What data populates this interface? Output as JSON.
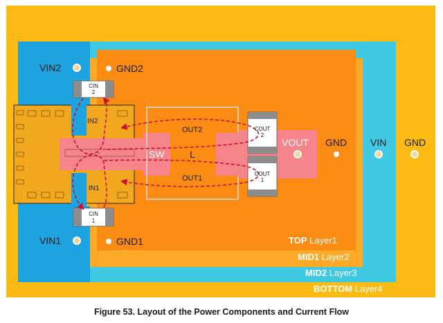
{
  "colors": {
    "bottom": "#fbbb12",
    "mid2": "#40c9e3",
    "mid1": "#ffaa26",
    "top": "#fa8c14",
    "vin_plane": "#1da4e0",
    "trace": "#f5858b",
    "flow": "#c8102e"
  },
  "layers": {
    "top": {
      "name": "TOP",
      "suffix": "Layer1"
    },
    "mid1": {
      "name": "MID1",
      "suffix": "Layer2"
    },
    "mid2": {
      "name": "MID2",
      "suffix": "Layer3"
    },
    "bottom": {
      "name": "BOTTOM",
      "suffix": "Layer4"
    }
  },
  "nodes": {
    "vin2": "VIN2",
    "gnd2": "GND2",
    "vin1": "VIN1",
    "gnd1": "GND1",
    "vout": "VOUT",
    "gnd_a": "GND",
    "vin": "VIN",
    "gnd_b": "GND"
  },
  "components": {
    "cin2": {
      "name": "CIN",
      "index": "2"
    },
    "cin1": {
      "name": "CIN",
      "index": "1"
    },
    "cout2": {
      "name": "COUT",
      "index": "2"
    },
    "cout1": {
      "name": "COUT",
      "index": "1"
    },
    "sw": "SW",
    "inductor": "L",
    "in2": "IN2",
    "in1": "IN1"
  },
  "flows": {
    "out2": "OUT2",
    "out1": "OUT1"
  },
  "caption": "Figure 53.  Layout of the Power Components and Current Flow"
}
